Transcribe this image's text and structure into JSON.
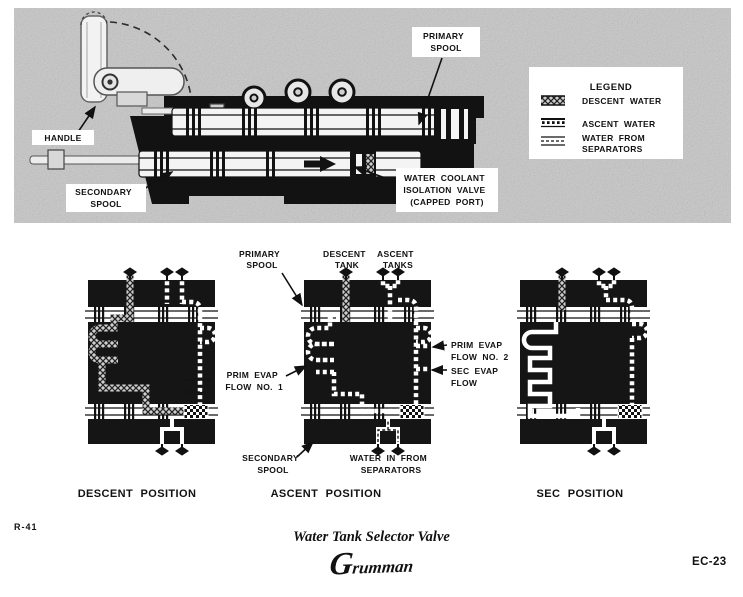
{
  "colors": {
    "page_bg": "#ffffff",
    "photo_bg": "#c6c6c6",
    "ink": "#111111"
  },
  "photo": {
    "labels": {
      "handle": "HANDLE",
      "secondary_spool": [
        "SECONDARY",
        "SPOOL"
      ],
      "primary_spool": [
        "PRIMARY",
        "SPOOL"
      ],
      "isolation_valve": [
        "WATER COOLANT",
        "ISOLATION VALVE",
        "(CAPPED PORT)"
      ]
    },
    "legend": {
      "title": "LEGEND",
      "items": [
        {
          "swatch": "descent-water-hatch-swatch",
          "label": "DESCENT WATER"
        },
        {
          "swatch": "ascent-water-dots-swatch",
          "label": "ASCENT WATER"
        },
        {
          "swatch": "separator-water-dash-swatch",
          "lines": [
            "WATER FROM",
            "SEPARATORS"
          ]
        }
      ]
    }
  },
  "diagrams": {
    "labels": {
      "primary_spool": [
        "PRIMARY",
        "SPOOL"
      ],
      "descent_tank": [
        "DESCENT",
        "TANK"
      ],
      "ascent_tanks": [
        "ASCENT",
        "TANKS"
      ],
      "prim_evap_1": [
        "PRIM EVAP",
        "FLOW NO. 1"
      ],
      "prim_evap_2": [
        "PRIM EVAP",
        "FLOW NO. 2"
      ],
      "sec_evap": [
        "SEC EVAP",
        "FLOW"
      ],
      "secondary_spool": [
        "SECONDARY",
        "SPOOL"
      ],
      "water_in": [
        "WATER IN FROM",
        "SEPARATORS"
      ]
    },
    "positions": [
      {
        "caption": "DESCENT POSITION"
      },
      {
        "caption": "ASCENT POSITION"
      },
      {
        "caption": "SEC POSITION"
      }
    ]
  },
  "footer": {
    "figure_ref": "R-41",
    "title": "Water Tank Selector Valve",
    "logo": "Grumman",
    "page": "EC-23"
  }
}
